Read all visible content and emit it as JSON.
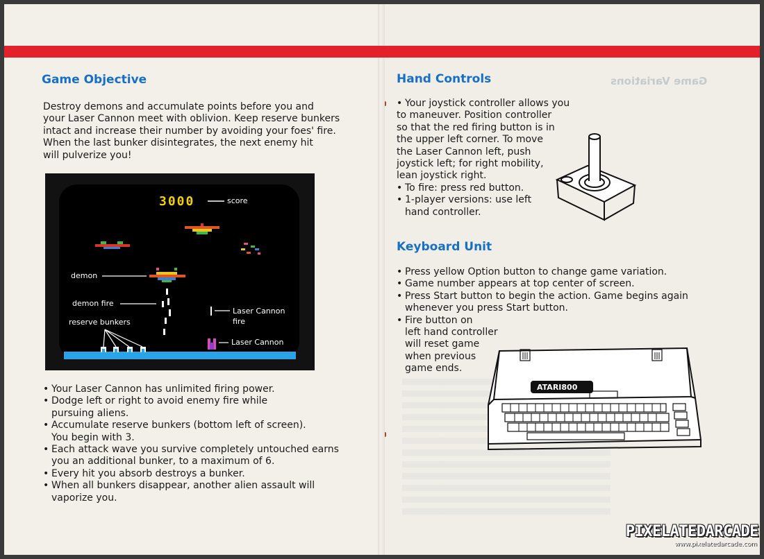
{
  "left_page": {
    "heading": "Game Objective",
    "intro_lines": [
      "Destroy demons and accumulate points before you and",
      "your Laser Cannon meet with oblivion. Keep reserve bunkers",
      "intact and increase their number by avoiding your foes' fire.",
      "When the last bunker disintegrates, the next enemy hit",
      "will pulverize you!"
    ],
    "screenshot": {
      "score_value": "3000",
      "labels": {
        "score": "score",
        "demon": "demon",
        "demon_fire": "demon fire",
        "reserve_bunkers": "reserve bunkers",
        "laser_cannon_fire_1": "Laser Cannon",
        "laser_cannon_fire_2": "fire",
        "laser_cannon": "Laser Cannon"
      }
    },
    "bullets": [
      [
        "Your Laser Cannon has unlimited firing power."
      ],
      [
        "Dodge left or right to avoid enemy fire while",
        "pursuing aliens."
      ],
      [
        "Accumulate reserve bunkers (bottom left of screen).",
        "You begin with 3."
      ],
      [
        "Each attack wave you survive completely untouched earns",
        "you an additional bunker, to a maximum of 6."
      ],
      [
        "Every hit you absorb destroys a bunker."
      ],
      [
        "When all bunkers disappear, another alien assault will",
        "vaporize you."
      ]
    ]
  },
  "right_page": {
    "hand_controls": {
      "heading": "Hand Controls",
      "bullets": [
        [
          "Your joystick controller allows you",
          "to maneuver. Position controller",
          "so that the red firing button is in",
          "the upper left corner. To move",
          "the Laser Cannon left, push",
          "joystick left; for right mobility,",
          "lean joystick right."
        ],
        [
          "To fire: press red button."
        ],
        [
          "1-player versions: use left",
          "hand controller."
        ]
      ]
    },
    "keyboard_unit": {
      "heading": "Keyboard Unit",
      "bullets": [
        [
          "Press yellow Option button to change game variation."
        ],
        [
          "Game number appears at top center of screen."
        ],
        [
          "Press Start button to begin the action. Game begins again",
          "whenever you press Start button."
        ],
        [
          "Fire button on",
          "left hand controller",
          "will reset game",
          "when previous",
          "game ends."
        ]
      ]
    },
    "computer_label": "ATARI800",
    "bleed_through_heading": "Game Variations"
  },
  "watermark": {
    "main": "PIXELATEDARCADE",
    "url": "www.pixelatedarcade.com"
  },
  "colors": {
    "stripe": "#e3212a",
    "heading": "#1770c5",
    "score": "#f5d000",
    "ground": "#2aa3e8"
  }
}
